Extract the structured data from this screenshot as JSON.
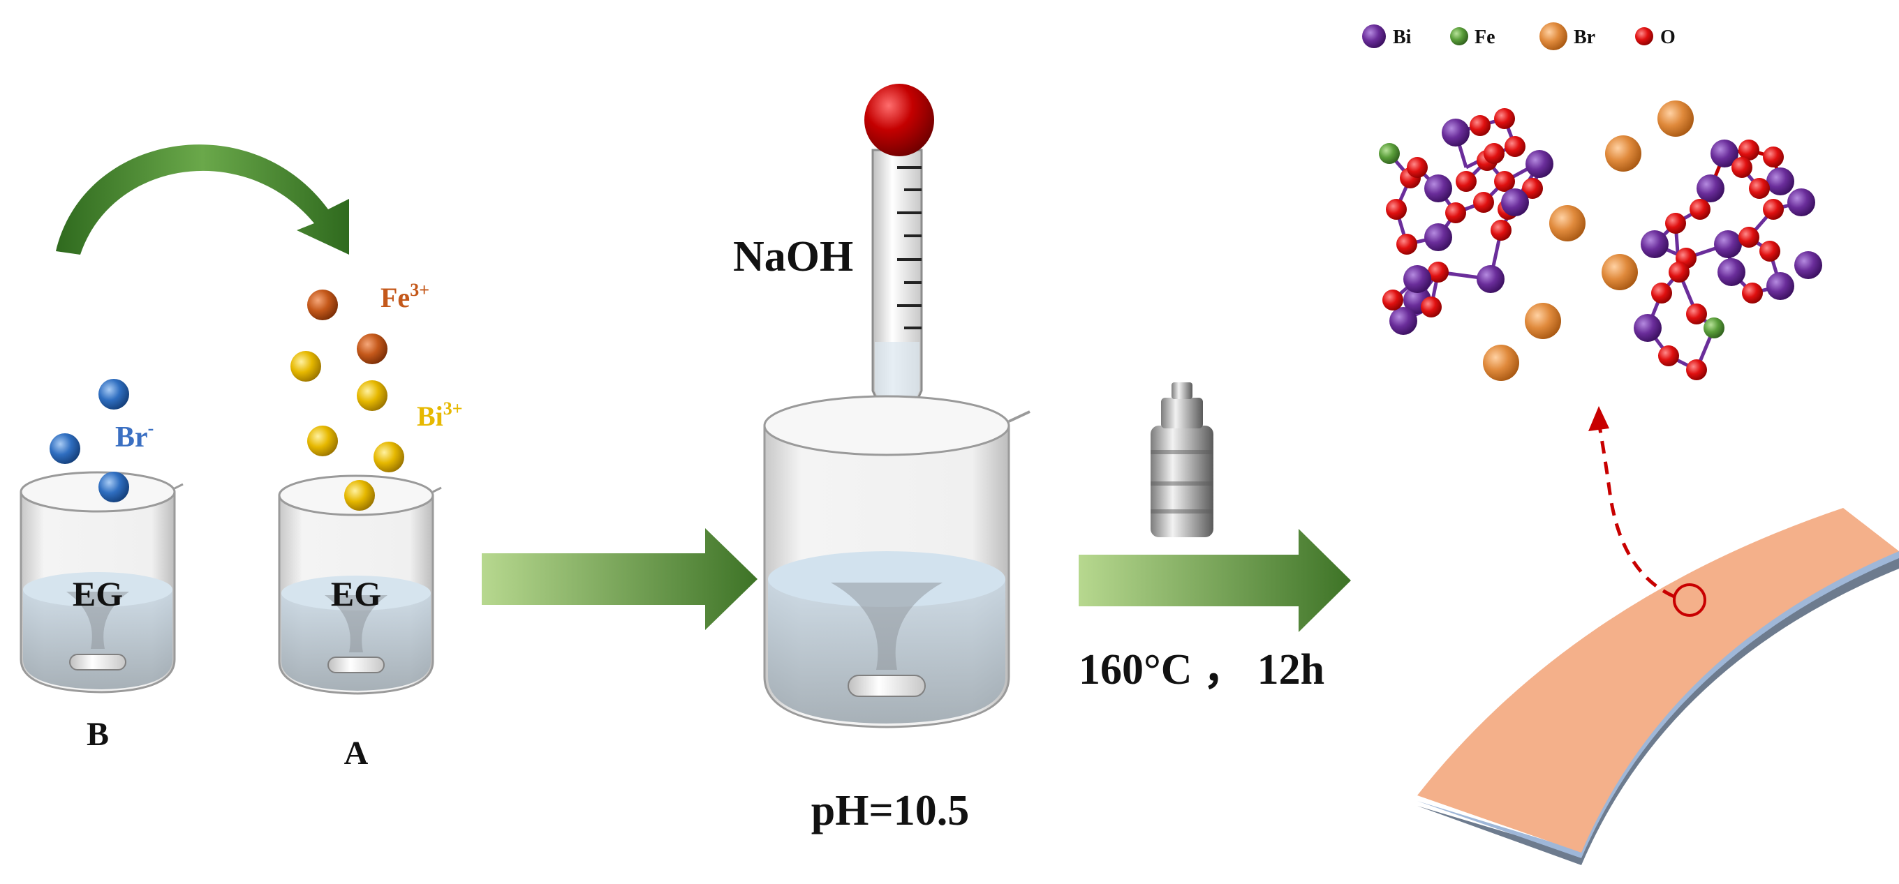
{
  "beakers": {
    "b": {
      "solvent": "EG",
      "label": "B",
      "ion": "Br",
      "ion_charge": "-"
    },
    "a": {
      "solvent": "EG",
      "label": "A",
      "ion1": "Fe",
      "ion1_charge": "3+",
      "ion2": "Bi",
      "ion2_charge": "3+"
    }
  },
  "reagent": "NaOH",
  "ph_label": "pH=10.5",
  "conditions": "160°C ， 12h",
  "legend": {
    "bi": "Bi",
    "fe": "Fe",
    "br": "Br",
    "o": "O"
  },
  "colors": {
    "bi": "#6a2d9a",
    "fe": "#5a9e3a",
    "br": "#e08a3c",
    "o": "#e01010",
    "br_ion": "#2f6ec0",
    "fe_ion": "#c4581a",
    "bi_ion": "#e6b800",
    "arrow_green": "#3f7a2a",
    "film": "#f4b08a"
  }
}
